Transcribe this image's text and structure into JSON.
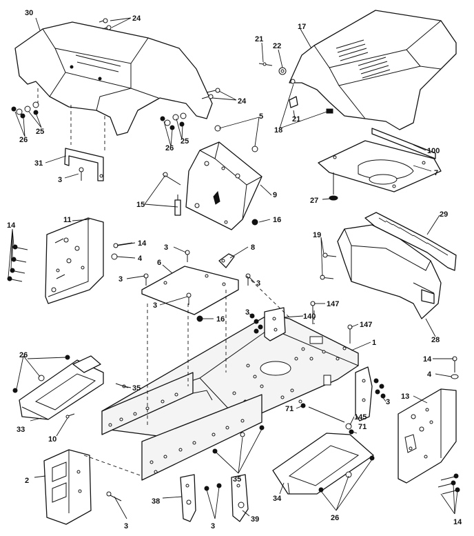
{
  "colors": {
    "ink": "#111111",
    "paper": "#ffffff"
  },
  "callouts": {
    "c30": "30",
    "c24a": "24",
    "c24b": "24",
    "c25a": "25",
    "c25b": "25",
    "c26a": "26",
    "c26b": "26",
    "c26c": "26",
    "c26d": "26",
    "c31": "31",
    "c3a": "3",
    "c3b": "3",
    "c3c": "3",
    "c3d": "3",
    "c3e": "3",
    "c3f": "3",
    "c3g": "3",
    "c3h": "3",
    "c3i": "3",
    "c21a": "21",
    "c22": "22",
    "c17": "17",
    "c21b": "21",
    "c18": "18",
    "c100": "100",
    "c7": "7",
    "c27": "27",
    "c5": "5",
    "c9": "9",
    "c15": "15",
    "c16a": "16",
    "c16b": "16",
    "c14a": "14",
    "c14b": "14",
    "c14c": "14",
    "c14d": "14",
    "c11": "11",
    "c4a": "4",
    "c4b": "4",
    "c6": "6",
    "c8": "8",
    "c19": "19",
    "c29": "29",
    "c28": "28",
    "c147a": "147",
    "c147b": "147",
    "c140": "140",
    "c1": "1",
    "c35a": "35",
    "c35b": "35",
    "c33": "33",
    "c10": "10",
    "c71a": "71",
    "c71b": "71",
    "c145": "145",
    "c13": "13",
    "c2": "2",
    "c38": "38",
    "c39": "39",
    "c34": "34"
  }
}
